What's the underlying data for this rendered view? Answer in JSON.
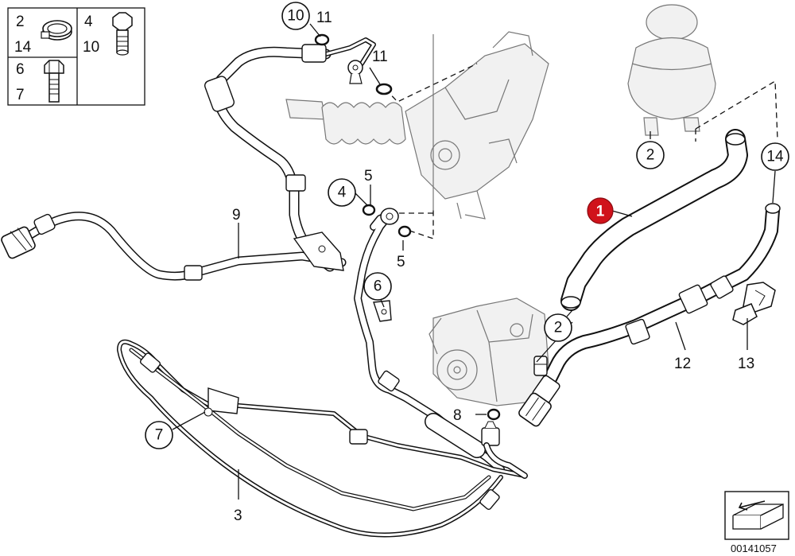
{
  "legend": {
    "cell1": {
      "top": "2",
      "bottom": "14",
      "icon": "hose-clamp-icon"
    },
    "cell2": {
      "top": "4",
      "bottom": "10",
      "icon": "hollow-bolt-icon"
    },
    "cell3": {
      "top": "6",
      "bottom": "7",
      "icon": "hex-bolt-icon"
    }
  },
  "callouts": {
    "c10": "10",
    "c4": "4",
    "c6": "6",
    "c7": "7",
    "c2_top": "2",
    "c2_mid": "2",
    "c14": "14",
    "c1": "1"
  },
  "labels": {
    "l11a": "11",
    "l11b": "11",
    "l5a": "5",
    "l5b": "5",
    "l9": "9",
    "l3": "3",
    "l8": "8",
    "l12": "12",
    "l13": "13"
  },
  "highlight_color": "#d0121b",
  "diagram_code": "00141057",
  "nav_icon": "arrow-frame-icon"
}
